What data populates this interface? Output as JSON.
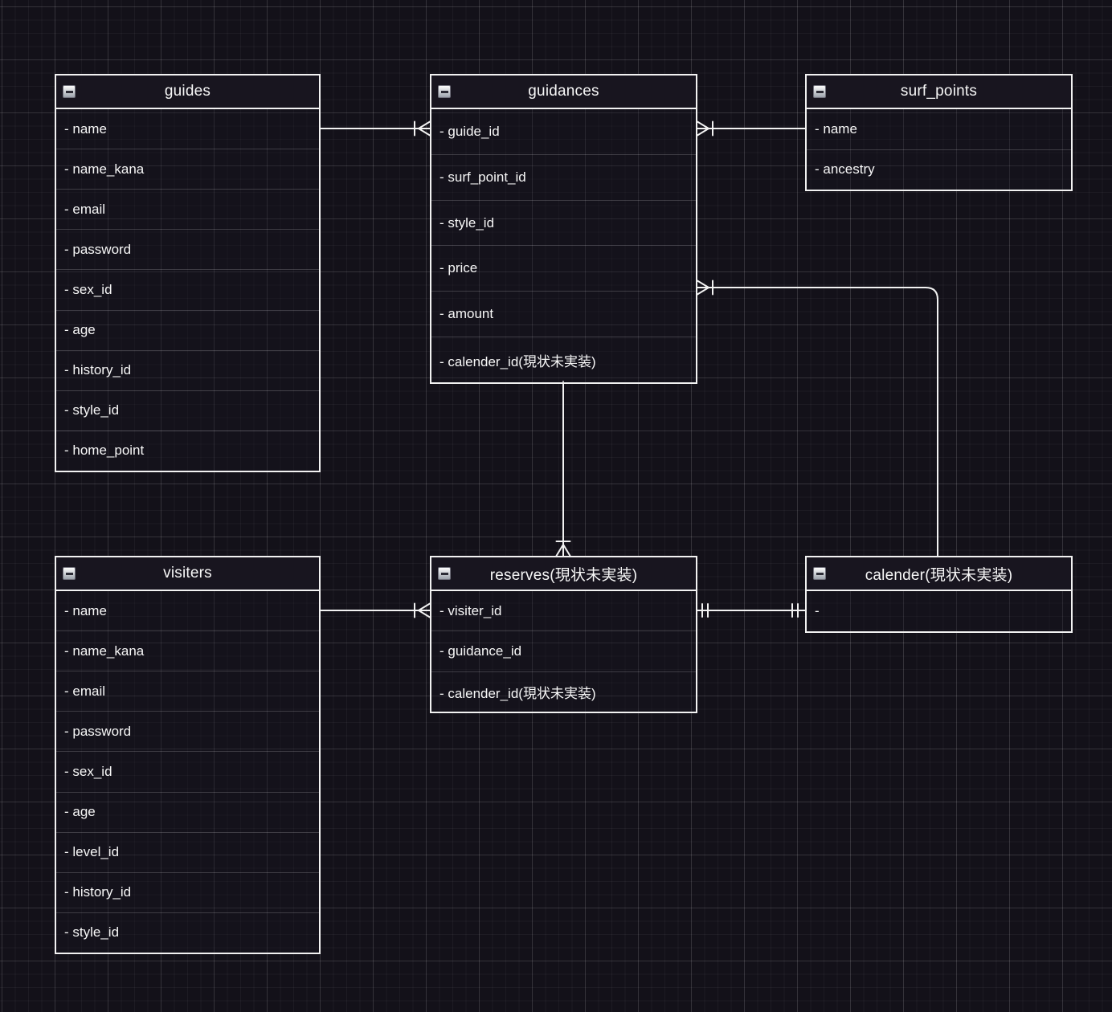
{
  "tables": [
    {
      "title": "guides",
      "fields": [
        "- name",
        "- name_kana",
        "- email",
        "- password",
        "- sex_id",
        "- age",
        "- history_id",
        "- style_id",
        "- home_point"
      ]
    },
    {
      "title": "guidances",
      "fields": [
        "- guide_id",
        "- surf_point_id",
        "- style_id",
        "- price",
        "- amount",
        "- calender_id(現状未実装)"
      ]
    },
    {
      "title": "surf_points",
      "fields": [
        "- name",
        "- ancestry"
      ]
    },
    {
      "title": "visiters",
      "fields": [
        "- name",
        "- name_kana",
        "- email",
        "- password",
        "- sex_id",
        "- age",
        "- level_id",
        "- history_id",
        "- style_id"
      ]
    },
    {
      "title": "reserves(現状未実装)",
      "fields": [
        "- visiter_id",
        "- guidance_id",
        "- calender_id(現状未実装)"
      ]
    },
    {
      "title": "calender(現状未実装)",
      "fields": [
        "-"
      ]
    }
  ],
  "relationships": [
    {
      "from": "guides",
      "to": "guidances",
      "notation": "one-to-many",
      "many_side": "guidances"
    },
    {
      "from": "surf_points",
      "to": "guidances",
      "notation": "one-to-many",
      "many_side": "guidances"
    },
    {
      "from": "calender(現状未実装)",
      "to": "guidances",
      "notation": "one-to-many",
      "many_side": "guidances"
    },
    {
      "from": "guidances",
      "to": "reserves(現状未実装)",
      "notation": "one-to-many",
      "many_side": "reserves(現状未実装)"
    },
    {
      "from": "visiters",
      "to": "reserves(現状未実装)",
      "notation": "one-to-many",
      "many_side": "reserves(現状未実装)"
    },
    {
      "from": "reserves(現状未実装)",
      "to": "calender(現状未実装)",
      "notation": "one-to-one"
    }
  ],
  "colors": {
    "background": "#131119",
    "entity_border": "#f2f2f2",
    "entity_header_fill": "#18151f",
    "text": "#f7f7f7",
    "edge_stroke": "#f2f2f2"
  }
}
